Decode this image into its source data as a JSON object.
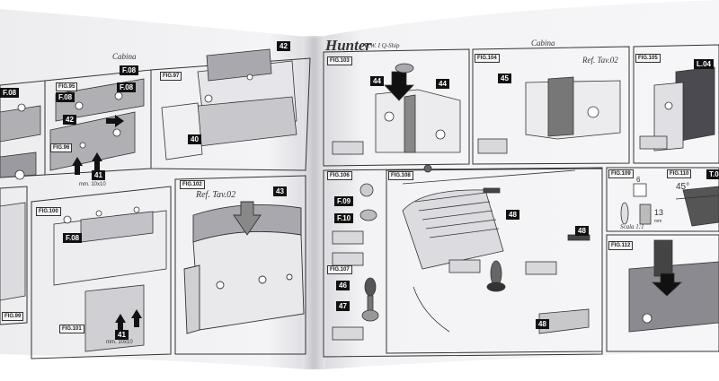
{
  "header": {
    "left_title": "Cabina",
    "brand": "Hunter",
    "subtitle": "W.W. I Q-Ship",
    "right_title": "Cabina"
  },
  "figures": {
    "fig95": "FIG.95",
    "fig96": "FIG.96",
    "fig97": "FIG.97",
    "fig99": "FIG.99",
    "fig100": "FIG.100",
    "fig101": "FIG.101",
    "fig102": "FIG.102",
    "fig103": "FIG.103",
    "fig104": "FIG.104",
    "fig105": "FIG.105",
    "fig106": "FIG.106",
    "fig107": "FIG.107",
    "fig108": "FIG.108",
    "fig109": "FIG.109",
    "fig110": "FIG.110",
    "fig112": "FIG.112"
  },
  "labels": {
    "f08": "F.08",
    "n42": "42",
    "n40": "40",
    "n41": "41",
    "n43": "43",
    "n44": "44",
    "n45": "45",
    "l04": "L.04",
    "f09": "F.09",
    "f10": "F.10",
    "n46": "46",
    "n47": "47",
    "n48": "48",
    "t0": "T.0"
  },
  "notes": {
    "mm10x10": "mm. 10x10",
    "ref_tav02": "Ref. Tav.02",
    "dim6": "6",
    "dim13": "13",
    "mm": "mm",
    "angle45": "45°",
    "scale": "Scala 1:1"
  }
}
